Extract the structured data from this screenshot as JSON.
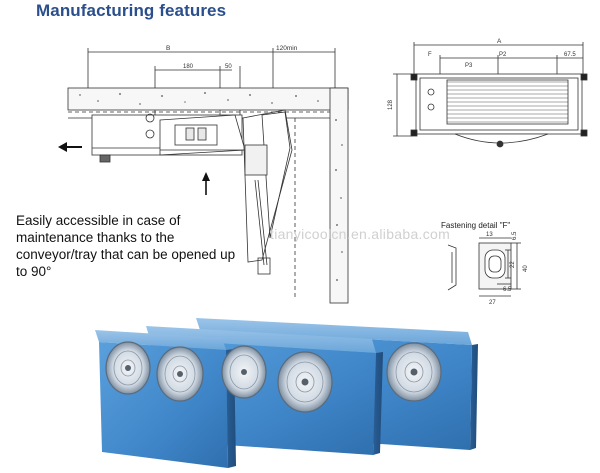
{
  "heading": "Manufacturing features",
  "description": {
    "lines": [
      "Easily accessible in case of",
      "maintenance thanks to the",
      "conveyor/tray that can be opened up",
      "to 90°"
    ]
  },
  "watermark": "tianyicoolcn.en.alibaba.com",
  "side_view": {
    "dim_B": "B",
    "dim_120min": "120min",
    "dim_180": "180",
    "dim_50": "50"
  },
  "front_view": {
    "dim_A": "A",
    "dim_F": "F",
    "dim_P2": "P2",
    "dim_P3": "P3",
    "dim_67_5": "67.5",
    "dim_128": "128"
  },
  "fastening_detail": {
    "title": "Fastening detail \"F\"",
    "dim_13": "13",
    "dim_6_5_top": "6.5",
    "dim_22": "22",
    "dim_40": "40",
    "dim_6_5_bottom": "6.5",
    "dim_27": "27"
  },
  "colors": {
    "heading": "#2b4f8c",
    "unit_body": "#3f86c9",
    "unit_dark": "#2a5f96",
    "fan_grill": "#dfe6ee"
  },
  "icons": [
    "arrow-left-icon",
    "arrow-up-icon",
    "fan-grill-icon"
  ]
}
